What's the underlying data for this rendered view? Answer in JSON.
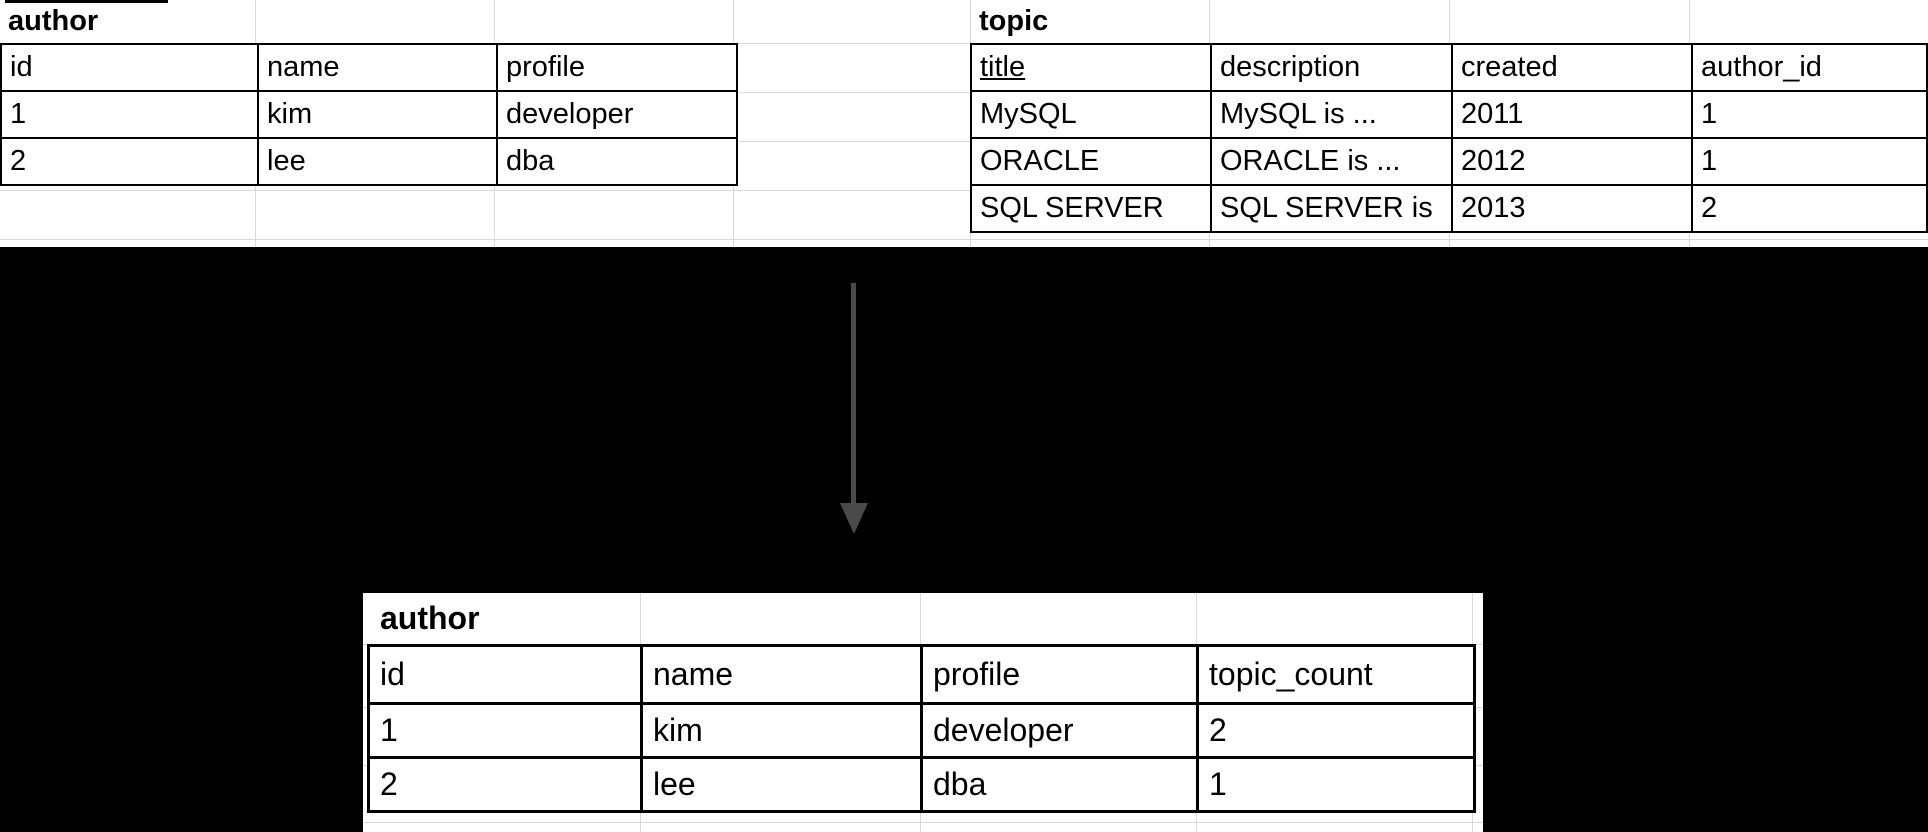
{
  "colors": {
    "background": "#000000",
    "sheet_background": "#ffffff",
    "gridline": "#d9d9d9",
    "table_border": "#000000",
    "text": "#000000",
    "arrow": "#4a4a4a"
  },
  "top": {
    "author_table": {
      "label": "author",
      "headers": [
        "id",
        "name",
        "profile"
      ],
      "rows": [
        [
          "1",
          "kim",
          "developer"
        ],
        [
          "2",
          "lee",
          "dba"
        ]
      ]
    },
    "topic_table": {
      "label": "topic",
      "headers": [
        "title",
        "description",
        "created",
        "author_id"
      ],
      "underlined_header": "title",
      "rows": [
        [
          "MySQL",
          "MySQL is ...",
          "2011",
          "1"
        ],
        [
          "ORACLE",
          "ORACLE is ...",
          "2012",
          "1"
        ],
        [
          "SQL SERVER",
          "SQL SERVER is",
          "2013",
          "2"
        ]
      ]
    }
  },
  "arrow": {
    "direction": "down"
  },
  "bottom": {
    "author_table": {
      "label": "author",
      "headers": [
        "id",
        "name",
        "profile",
        "topic_count"
      ],
      "rows": [
        [
          "1",
          "kim",
          "developer",
          "2"
        ],
        [
          "2",
          "lee",
          "dba",
          "1"
        ]
      ]
    }
  }
}
